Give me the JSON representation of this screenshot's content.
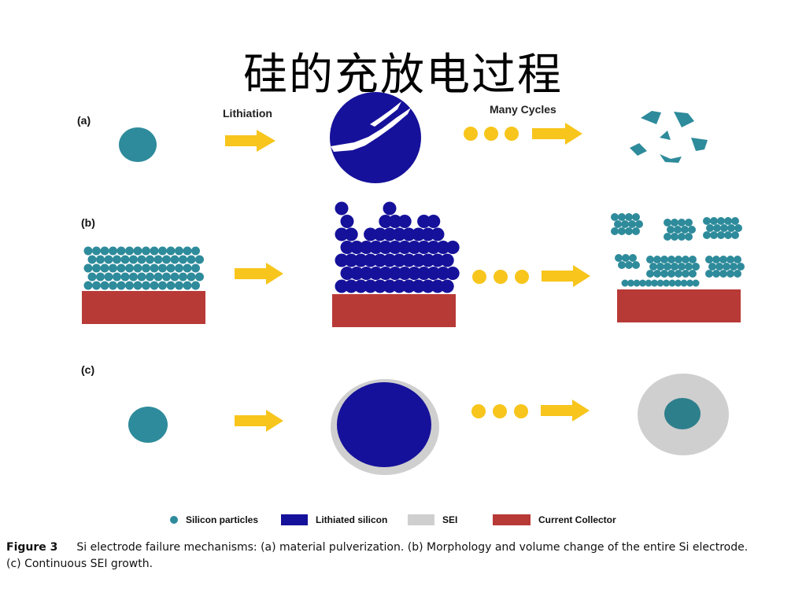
{
  "title": "硅的充放电过程",
  "panels": {
    "a": {
      "label": "(a)",
      "lithiation_label": "Lithiation",
      "cycles_label": "Many Cycles"
    },
    "b": {
      "label": "(b)"
    },
    "c": {
      "label": "(c)"
    }
  },
  "legend": [
    {
      "id": "silicon",
      "label": "Silicon particles",
      "color": "#2e8b9b",
      "shape": "circle"
    },
    {
      "id": "lithiated",
      "label": "Lithiated silicon",
      "color": "#16119a",
      "shape": "rect"
    },
    {
      "id": "sei",
      "label": "SEI",
      "color": "#cfcfcf",
      "shape": "rect"
    },
    {
      "id": "collector",
      "label": "Current Collector",
      "color": "#b83a37",
      "shape": "rect"
    }
  ],
  "caption": {
    "figure": "Figure 3",
    "line1": "Si electrode failure mechanisms: (a) material pulverization. (b) Morphology and volume change of the entire Si electrode.",
    "line2": "(c) Continuous SEI growth."
  },
  "colors": {
    "arrow": "#f7c51c",
    "silicon": "#2e8b9b",
    "lithiated": "#16119a",
    "sei": "#cfcfcf",
    "collector": "#b83a37"
  }
}
